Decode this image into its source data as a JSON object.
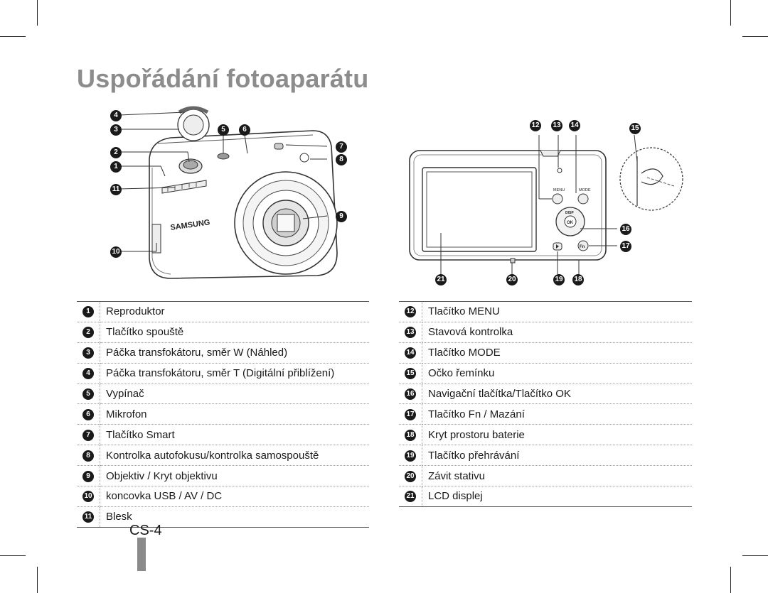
{
  "page": {
    "title": "Uspořádání fotoaparátu",
    "page_number": "CS-4"
  },
  "front_callouts": [
    "1",
    "2",
    "3",
    "4",
    "5",
    "6",
    "7",
    "8",
    "9",
    "10",
    "11"
  ],
  "back_callouts": [
    "12",
    "13",
    "14",
    "15",
    "16",
    "17",
    "18",
    "19",
    "20",
    "21"
  ],
  "front_camera": {
    "brand": "SAMSUNG"
  },
  "back_camera": {
    "menu_label": "MENU",
    "mode_label": "MODE",
    "disp_label": "DISP",
    "ok_label": "OK",
    "fn_label": "Fn"
  },
  "legend_left": [
    {
      "num": "1",
      "text": "Reproduktor"
    },
    {
      "num": "2",
      "text": "Tlačítko spouště"
    },
    {
      "num": "3",
      "text": "Páčka transfokátoru, směr W (Náhled)"
    },
    {
      "num": "4",
      "text": "Páčka transfokátoru, směr T (Digitální přiblížení)"
    },
    {
      "num": "5",
      "text": "Vypínač"
    },
    {
      "num": "6",
      "text": "Mikrofon"
    },
    {
      "num": "7",
      "text": "Tlačítko Smart"
    },
    {
      "num": "8",
      "text": "Kontrolka autofokusu/kontrolka samospouště"
    },
    {
      "num": "9",
      "text": "Objektiv / Kryt objektivu"
    },
    {
      "num": "10",
      "text": "koncovka USB / AV / DC"
    },
    {
      "num": "11",
      "text": "Blesk"
    }
  ],
  "legend_right": [
    {
      "num": "12",
      "text": "Tlačítko MENU"
    },
    {
      "num": "13",
      "text": "Stavová kontrolka"
    },
    {
      "num": "14",
      "text": "Tlačítko MODE"
    },
    {
      "num": "15",
      "text": "Očko řemínku"
    },
    {
      "num": "16",
      "text": "Navigační tlačítka/Tlačítko OK"
    },
    {
      "num": "17",
      "text": "Tlačítko Fn / Mazání"
    },
    {
      "num": "18",
      "text": "Kryt prostoru baterie"
    },
    {
      "num": "19",
      "text": "Tlačítko přehrávání"
    },
    {
      "num": "20",
      "text": "Závit stativu"
    },
    {
      "num": "21",
      "text": "LCD displej"
    }
  ]
}
